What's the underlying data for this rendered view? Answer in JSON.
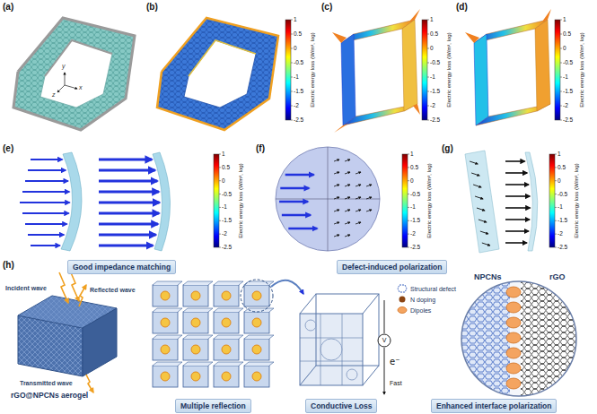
{
  "diagram": {
    "nodes": [
      {
        "text": [
          "Good impedance matching"
        ]
      },
      {
        "text": [
          "Defect-induced polarization"
        ]
      },
      {
        "text": [
          "Multiple reflection"
        ]
      },
      {
        "text": [
          "Conductive Loss"
        ]
      },
      {
        "text": [
          "Enhanced interface polarization"
        ]
      }
    ],
    "labels": [
      "(a)",
      "(b)",
      "(c)",
      "(d)",
      "(e)",
      "(f)",
      "(g)",
      "(h)",
      "y",
      "x",
      "z",
      "Electric energy loss (W/m³, log)",
      "1",
      "0.5",
      "0",
      "-0.5",
      "-1",
      "-1.5",
      "-2",
      "-2.5",
      "Electric energy loss (W/m³, log)",
      "1",
      "0.5",
      "0",
      "-0.5",
      "-1",
      "-1.5",
      "-2",
      "-2.5",
      "Electric energy loss (W/m³, log)",
      "1",
      "0.5",
      "0",
      "-0.5",
      "-1",
      "-1.5",
      "-2",
      "-2.5",
      "Electric energy loss (W/m³, log)",
      "1",
      "0.5",
      "0",
      "-0.5",
      "-1",
      "-1.5",
      "-2",
      "-2.5",
      "Electric energy loss (W/m³, log)",
      "1",
      "0.5",
      "0",
      "-0.5",
      "-1",
      "-1.5",
      "-2",
      "-2.5",
      "Electric energy loss (W/m³, log)",
      "1",
      "0.5",
      "0",
      "-0.5",
      "-1",
      "-1.5",
      "-2",
      "-2.5",
      "Incident wave",
      "Reflected wave",
      "Transmitted wave",
      "rGO@NPCNs aerogel",
      "NPCNs",
      "rGO",
      "e⁻",
      "Fast",
      "V"
    ],
    "legend": [
      {
        "text": "Structural defect"
      },
      {
        "text": "N doping"
      },
      {
        "text": "Dipoles"
      }
    ]
  }
}
